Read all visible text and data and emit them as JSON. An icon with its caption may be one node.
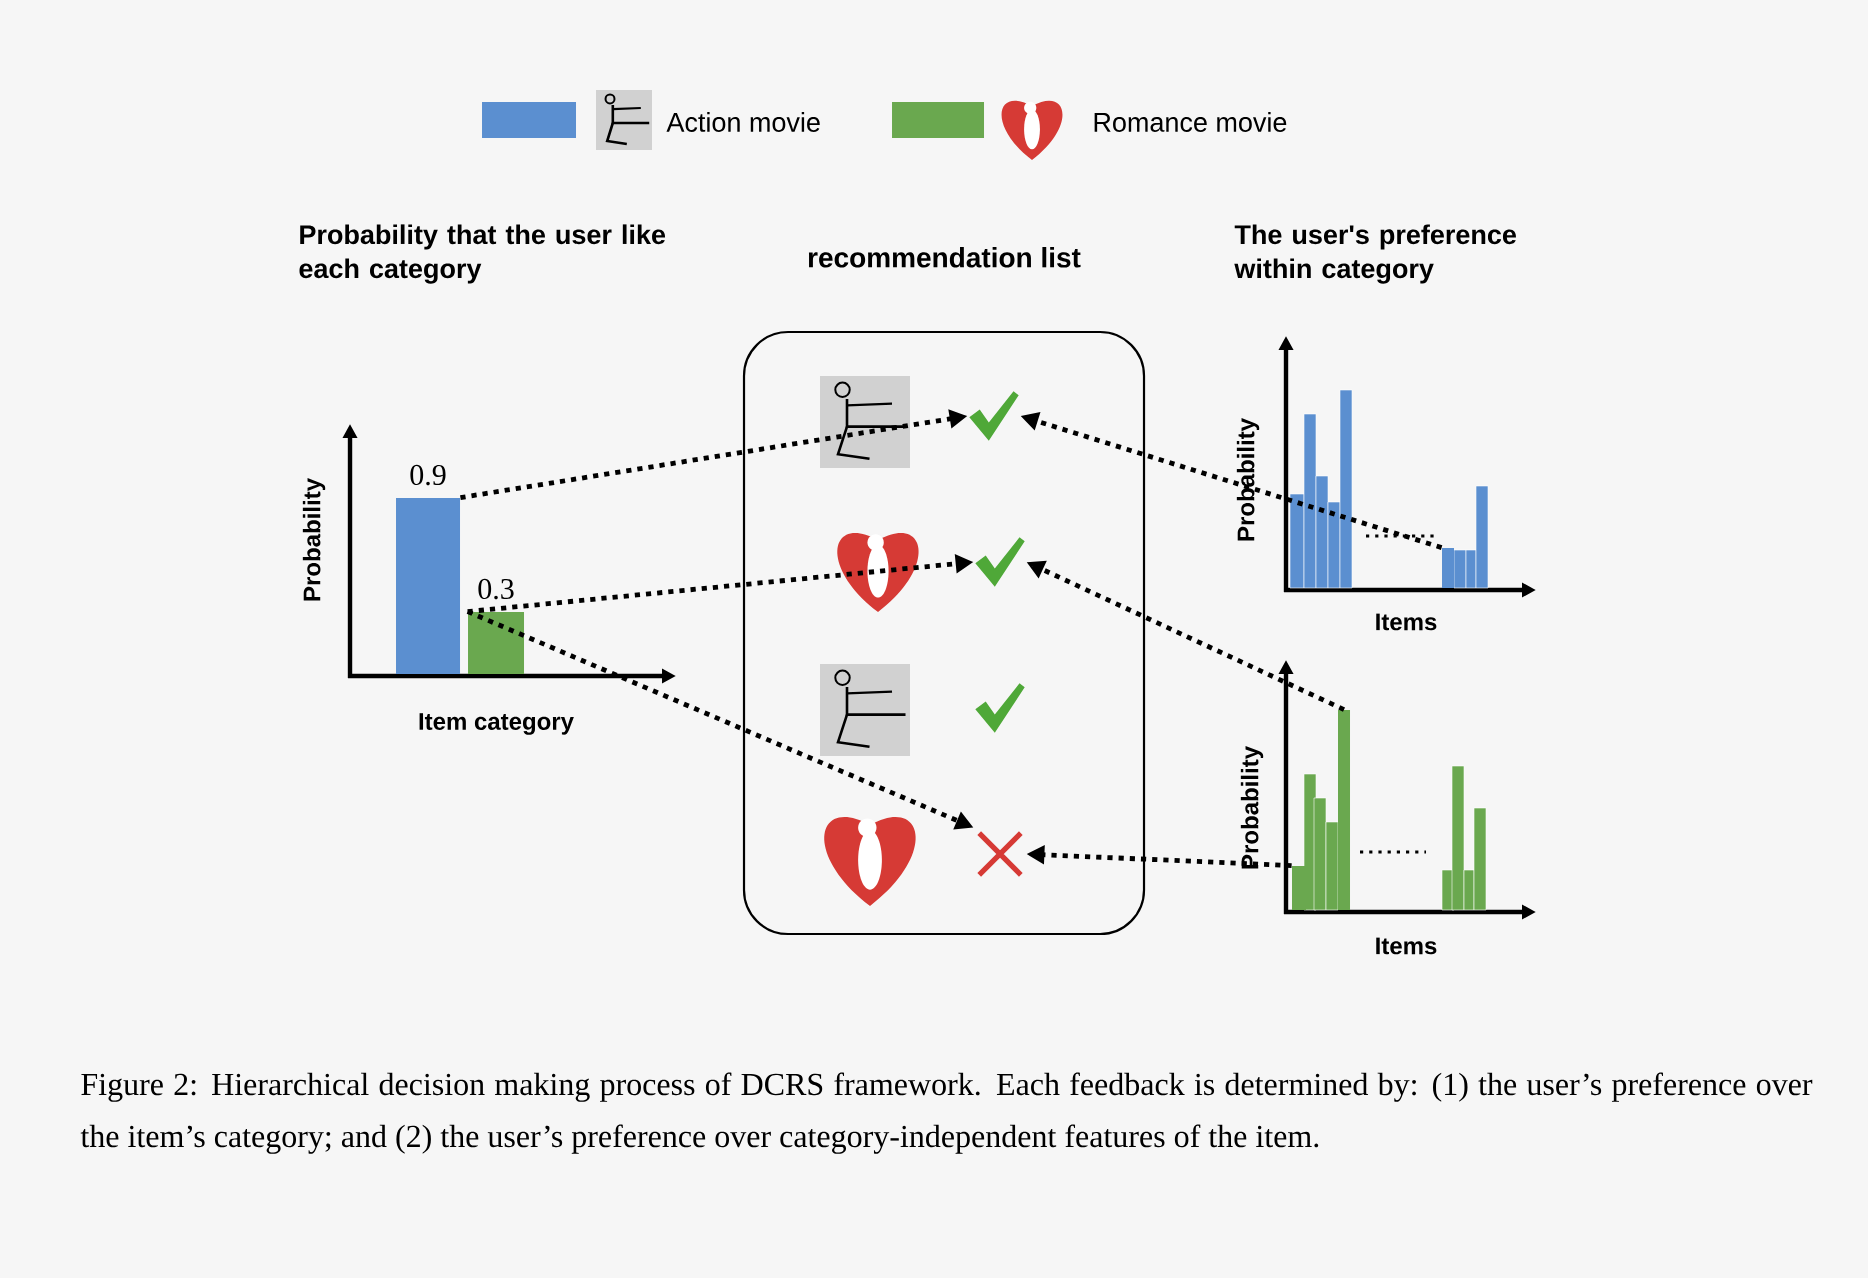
{
  "diagram": {
    "caption": "Figure 2: Hierarchical decision making process of DCRS framework. Each feedback is determined by: (1) the user’s preference over the item’s category; and (2) the user’s preference over category-independent features of the item.",
    "nodes": [
      {
        "text": [],
        "shape": "bar",
        "beside": [
          "0.9"
        ]
      },
      {
        "text": [],
        "shape": "bar",
        "beside": [
          "0.3"
        ]
      },
      {
        "text": [
          "recommendation list"
        ]
      },
      {
        "text": [],
        "shape": "check",
        "in": 2
      },
      {
        "text": [],
        "shape": "check",
        "in": 2
      },
      {
        "text": [],
        "shape": "check",
        "in": 2
      },
      {
        "text": [],
        "shape": "cross",
        "in": 2
      },
      {
        "text": [],
        "shape": "bar"
      },
      {
        "text": [],
        "shape": "bar"
      },
      {
        "text": [],
        "shape": "bar"
      }
    ],
    "edges": [
      {
        "from": 0,
        "to": 3,
        "arrow": "to"
      },
      {
        "from": 1,
        "to": 4,
        "arrow": "to"
      },
      {
        "from": 1,
        "to": 6,
        "arrow": "to"
      },
      {
        "from": 7,
        "to": 3,
        "arrow": "to"
      },
      {
        "from": 8,
        "to": 4,
        "arrow": "to"
      },
      {
        "from": 9,
        "to": 6,
        "arrow": "to"
      }
    ],
    "labels": [
      "Probability that the user like each category",
      "Probability",
      "Item category",
      "The user's preference within category",
      "Probability",
      "Items",
      "Probability",
      "Items"
    ],
    "legend": [
      {
        "text": "Action movie",
        "color": "#5b8fd0"
      },
      {
        "text": "Romance movie",
        "color": "#6aa84f"
      }
    ]
  }
}
